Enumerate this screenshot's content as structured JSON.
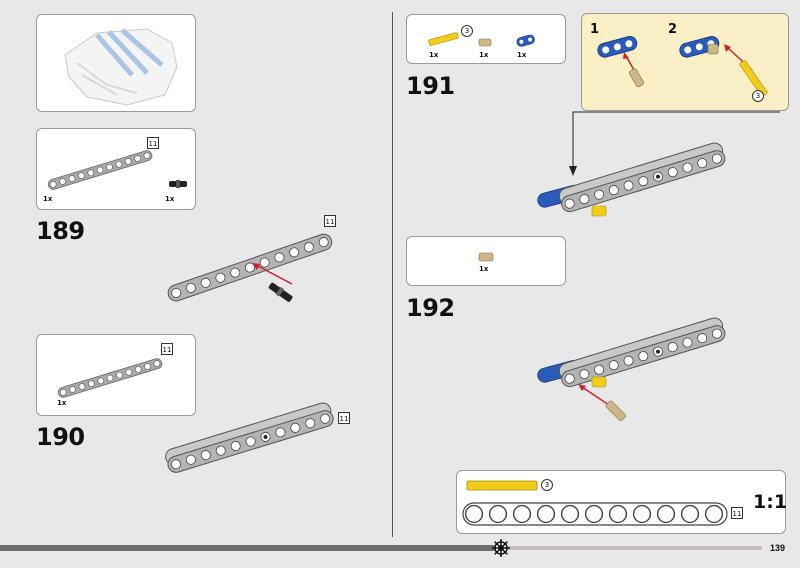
{
  "steps": {
    "s189": {
      "number": "189"
    },
    "s190": {
      "number": "190"
    },
    "s191": {
      "number": "191"
    },
    "s192": {
      "number": "192"
    }
  },
  "parts": {
    "p189": {
      "beam_qty": "1x",
      "pin_qty": "1x",
      "beam_len": "11"
    },
    "p190": {
      "beam_qty": "1x",
      "beam_len": "11"
    },
    "p191": {
      "axle_qty": "1x",
      "axle_len": "3",
      "bush_qty": "1x",
      "blue_qty": "1x"
    },
    "p192": {
      "bush_qty": "1x"
    }
  },
  "build": {
    "b189_len": "11",
    "b190_len": "11"
  },
  "callout": {
    "sub1": "1",
    "sub2": "2",
    "axle_len": "3"
  },
  "ruler": {
    "axle_len": "3",
    "beam_len": "11",
    "scale": "1:1"
  },
  "footer": {
    "page_number": "139"
  },
  "colors": {
    "page_bg": "#e8e8e8",
    "callout_bg": "#fbf0c5",
    "beam_gray": "#a9a9a9",
    "blue": "#2a5bb8",
    "yellow": "#f2cc1a",
    "arrow": "#d0202a"
  }
}
